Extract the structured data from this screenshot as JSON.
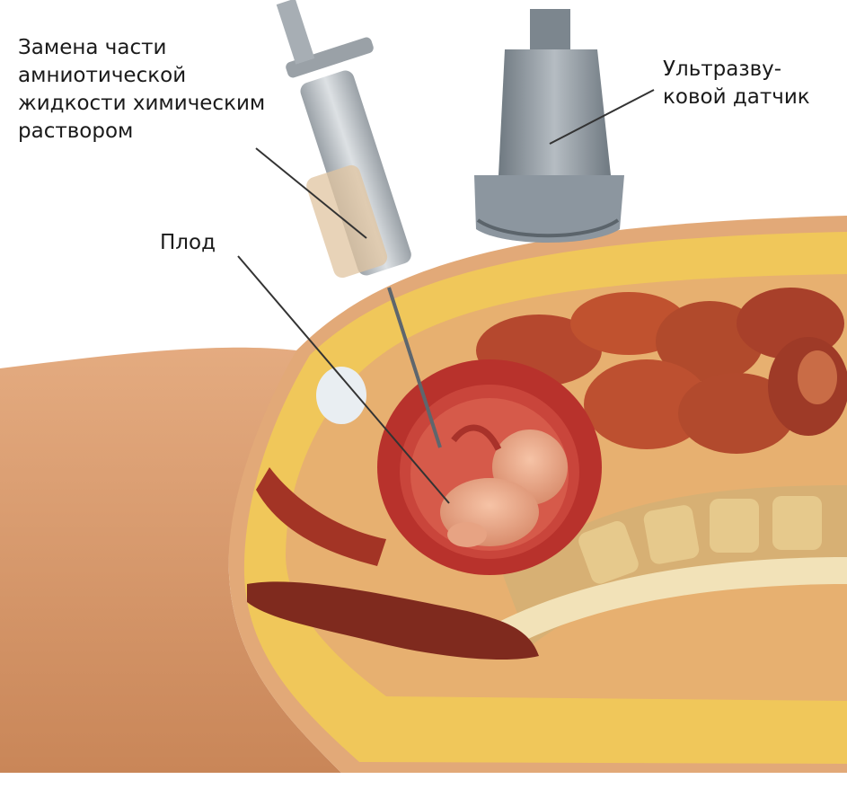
{
  "labels": {
    "injection": [
      "Замена части",
      "амниотической",
      "жидкости химическим",
      "раствором"
    ],
    "probe": [
      "Ультразву-",
      "ковой датчик"
    ],
    "fetus": "Плод"
  },
  "colors": {
    "background": "#ffffff",
    "skin": "#d89a6e",
    "fat_layer": "#f0c75a",
    "uterus": "#b8322c",
    "intestines": "#b5482e",
    "spine_bone": "#e6c98c",
    "probe_metal": "#8c969f",
    "label_text": "#1a1a1a",
    "leader_line": "#333333"
  },
  "icons": [
    "syringe-icon",
    "ultrasound-probe-icon",
    "fetus-icon"
  ]
}
